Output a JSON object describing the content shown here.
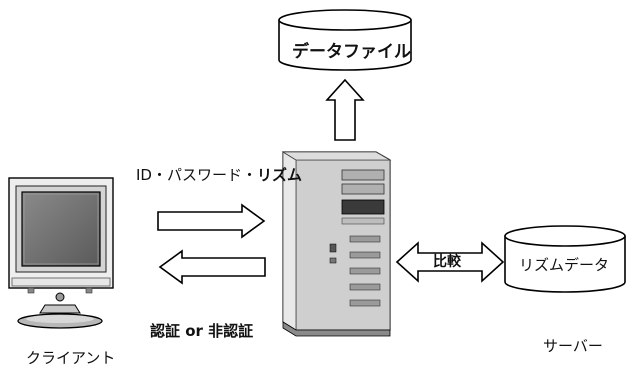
{
  "diagram": {
    "data_file_label": "データファイル",
    "credentials_prefix": "ID・パスワード・",
    "credentials_bold": "リズム",
    "auth_result_label": "認証 or 非認証",
    "client_label": "クライアント",
    "server_label": "サーバー",
    "compare_label": "比較",
    "rhythm_db_label": "リズムデータ"
  }
}
